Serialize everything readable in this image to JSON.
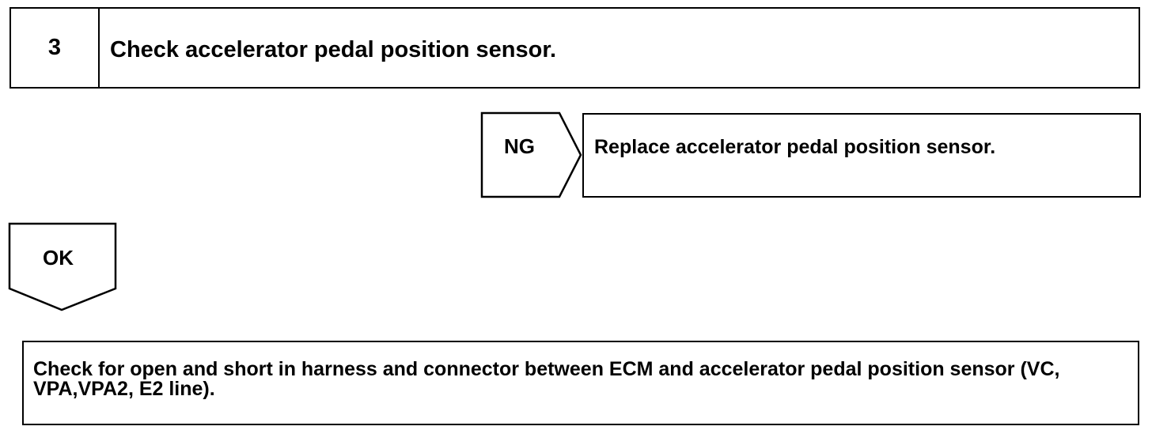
{
  "step": {
    "number": "3",
    "title": "Check accelerator pedal position sensor."
  },
  "ng_branch": {
    "label": "NG",
    "action": "Replace accelerator pedal position sensor."
  },
  "ok_branch": {
    "label": "OK"
  },
  "next_step": {
    "text": "Check for open and short in harness and connector between ECM and accelerator pedal position sensor (VC, VPA,VPA2, E2 line)."
  }
}
